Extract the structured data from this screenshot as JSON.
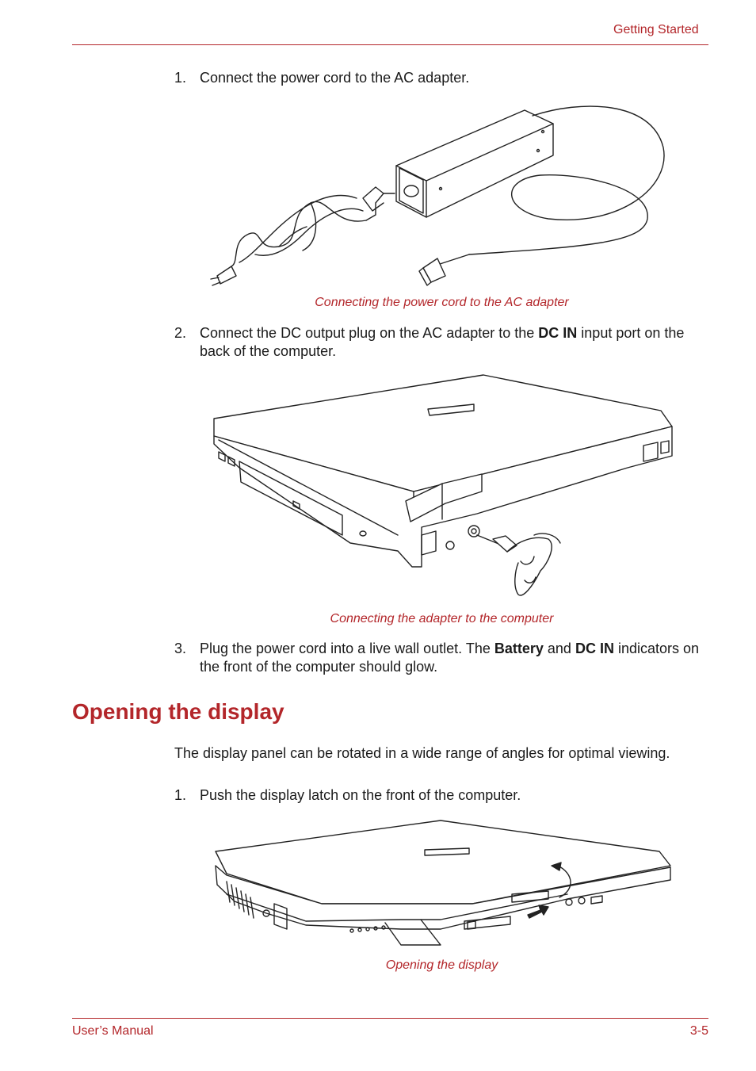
{
  "header": {
    "section": "Getting Started"
  },
  "steps_a": {
    "s1": {
      "num": "1.",
      "text": "Connect the power cord to the AC adapter."
    },
    "s2": {
      "num": "2.",
      "pre": "Connect the DC output plug on the AC adapter to the ",
      "bold": "DC IN",
      "post": " input port on the back of the computer."
    },
    "s3": {
      "num": "3.",
      "pre": "Plug the power cord into a live wall outlet. The ",
      "bold1": "Battery",
      "mid": " and ",
      "bold2": "DC IN",
      "post": " indicators on the front of the computer should glow."
    }
  },
  "figures": {
    "fig1_caption": "Connecting the power cord to the AC adapter",
    "fig2_caption": "Connecting the adapter to the computer",
    "fig3_caption": "Opening the display"
  },
  "section": {
    "heading": "Opening the display",
    "intro": "The display panel can be rotated in a wide range of angles for optimal viewing.",
    "step1": {
      "num": "1.",
      "text": "Push the display latch on the front of the computer."
    }
  },
  "footer": {
    "left": "User’s Manual",
    "right": "3-5"
  },
  "colors": {
    "accent": "#b3262a",
    "text": "#1a1a1a"
  }
}
